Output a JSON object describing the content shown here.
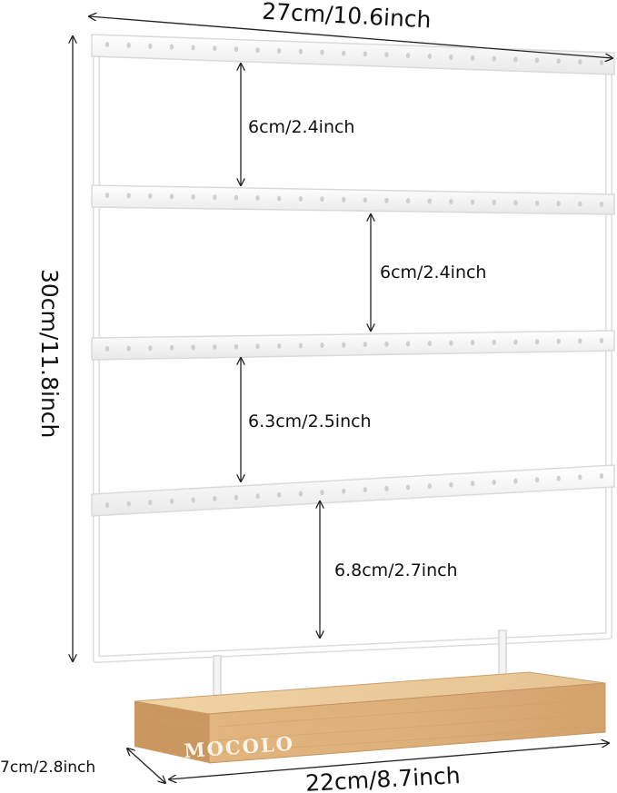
{
  "product": {
    "brand": "MOCOLO",
    "frame_color": "#ffffff",
    "base_color": "#ddb37e",
    "dimensions": {
      "width_top": "27cm/10.6inch",
      "height": "30cm/11.8inch",
      "gap_1": "6cm/2.4inch",
      "gap_2": "6cm/2.4inch",
      "gap_3": "6.3cm/2.5inch",
      "gap_4": "6.8cm/2.7inch",
      "base_length": "22cm/8.7inch",
      "base_depth": "7cm/2.8inch"
    }
  }
}
